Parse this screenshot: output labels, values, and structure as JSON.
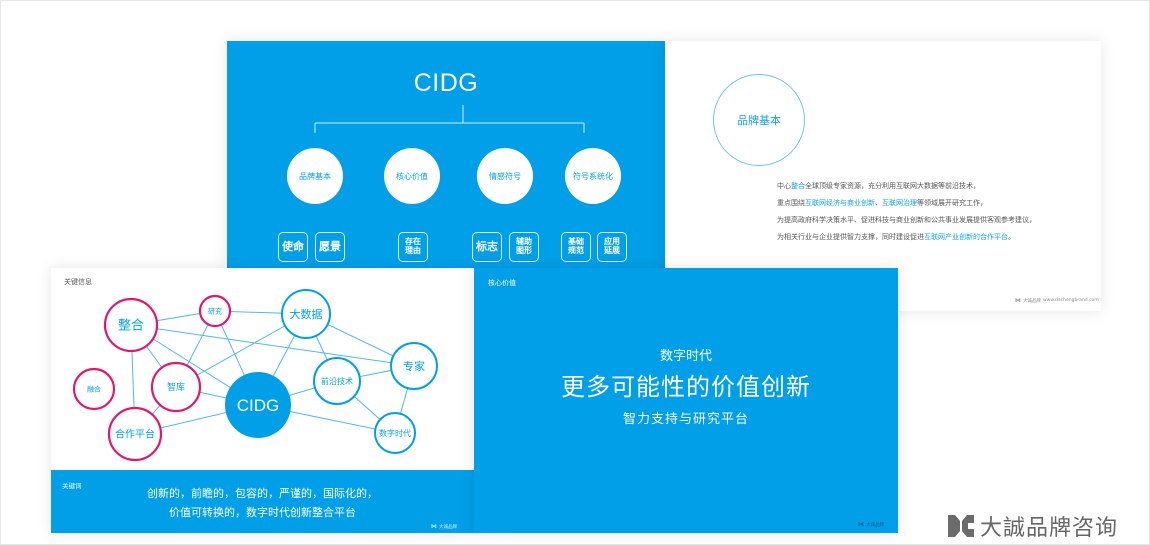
{
  "org_slide": {
    "title": "CIDG",
    "pillars": [
      {
        "label": "品牌基本",
        "tags": [
          "使命",
          "愿景"
        ]
      },
      {
        "label": "核心价值",
        "tags": [
          "存在理由"
        ]
      },
      {
        "label": "情感符号",
        "tags": [
          "标志",
          "辅助图形"
        ]
      },
      {
        "label": "符号系统化",
        "tags": [
          "基础规范",
          "应用延展"
        ]
      }
    ],
    "tag_lines": {
      "存在理由": [
        "存在",
        "理由"
      ],
      "辅助图形": [
        "辅助",
        "图形"
      ],
      "基础规范": [
        "基础",
        "规范"
      ],
      "应用延展": [
        "应用",
        "延展"
      ]
    }
  },
  "brand_slide": {
    "circle_label": "品牌基本",
    "paragraph": [
      [
        {
          "t": "中心"
        },
        {
          "t": "整合",
          "hl": true
        },
        {
          "t": "全球顶级专家资源，充分利用互联网大数据等前沿技术，"
        }
      ],
      [
        {
          "t": "重点围绕"
        },
        {
          "t": "互联网经济与商业创新",
          "hl": true
        },
        {
          "t": "、"
        },
        {
          "t": "互联网治理",
          "hl": true
        },
        {
          "t": "等领域展开研究工作，"
        }
      ],
      [
        {
          "t": "为提高政府科学决策水平、促进科技与商业创新和公共事业发展提供客观参考建议，"
        }
      ],
      [
        {
          "t": "为相关行业与企业提供智力支撑，同时建设促进"
        },
        {
          "t": "互联网产业创新的合作平台",
          "hl": true
        },
        {
          "t": "。"
        }
      ]
    ],
    "footer": {
      "brand": "大诚品牌",
      "url": "www.dachengbrand.com"
    }
  },
  "network_slide": {
    "label": "关键信息",
    "nodes": [
      {
        "id": "zhenghe",
        "label": "整合",
        "group": "pink"
      },
      {
        "id": "yanjiu",
        "label": "研究",
        "group": "pink"
      },
      {
        "id": "ronghe",
        "label": "融合",
        "group": "pink"
      },
      {
        "id": "zhiku",
        "label": "智库",
        "group": "pink"
      },
      {
        "id": "hezuo",
        "label": "合作平台",
        "group": "pink"
      },
      {
        "id": "cidg",
        "label": "CIDG",
        "group": "center"
      },
      {
        "id": "dashuju",
        "label": "大数据",
        "group": "blue"
      },
      {
        "id": "zhuanjia",
        "label": "专家",
        "group": "blue"
      },
      {
        "id": "qianyan",
        "label": "前沿技术",
        "group": "blue"
      },
      {
        "id": "shuzi",
        "label": "数字时代",
        "group": "blue"
      }
    ],
    "links": [
      [
        "zhenghe",
        "yanjiu"
      ],
      [
        "zhenghe",
        "zhiku"
      ],
      [
        "zhenghe",
        "cidg"
      ],
      [
        "zhenghe",
        "hezuo"
      ],
      [
        "zhenghe",
        "zhuanjia"
      ],
      [
        "yanjiu",
        "dashuju"
      ],
      [
        "yanjiu",
        "zhiku"
      ],
      [
        "yanjiu",
        "cidg"
      ],
      [
        "zhiku",
        "cidg"
      ],
      [
        "zhiku",
        "hezuo"
      ],
      [
        "zhiku",
        "dashuju"
      ],
      [
        "hezuo",
        "cidg"
      ],
      [
        "cidg",
        "dashuju"
      ],
      [
        "cidg",
        "qianyan"
      ],
      [
        "cidg",
        "shuzi"
      ],
      [
        "dashuju",
        "zhuanjia"
      ],
      [
        "dashuju",
        "qianyan"
      ],
      [
        "qianyan",
        "zhuanjia"
      ],
      [
        "qianyan",
        "shuzi"
      ],
      [
        "zhuanjia",
        "shuzi"
      ]
    ],
    "colors": {
      "pink": "#e0176f",
      "blue": "#009fe8",
      "line": "#4fb8ea"
    },
    "band": {
      "label": "关键词",
      "lines": [
        "创新的，前瞻的，包容的，严谨的，国际化的，",
        "价值可转换的，数字时代创新整合平台"
      ]
    },
    "footer": {
      "brand": "大诚品牌"
    }
  },
  "core_slide": {
    "label": "核心价值",
    "subtitle_top": "数字时代",
    "headline": "更多可能性的价值创新",
    "subtitle_bottom": "智力支持与研究平台",
    "footer": {
      "brand": "大诚品牌"
    }
  },
  "watermark": {
    "text": "大誠品牌咨询"
  },
  "colors": {
    "accent": "#009fe8",
    "pink": "#e0176f"
  }
}
